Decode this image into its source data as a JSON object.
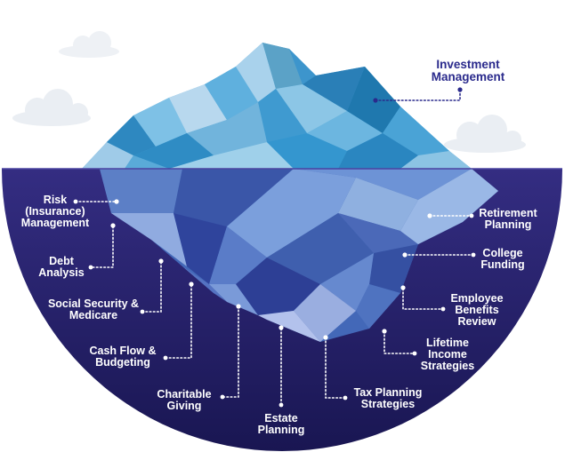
{
  "topic": {
    "label": "Investment\nManagement"
  },
  "services": [
    {
      "key": "retirement",
      "label": "Retirement\nPlanning"
    },
    {
      "key": "college",
      "label": "College\nFunding"
    },
    {
      "key": "employee-benefits",
      "label": "Employee\nBenefits\nReview"
    },
    {
      "key": "lifetime-income",
      "label": "Lifetime\nIncome\nStrategies"
    },
    {
      "key": "tax-planning",
      "label": "Tax Planning\nStrategies"
    },
    {
      "key": "estate",
      "label": "Estate\nPlanning"
    },
    {
      "key": "charitable",
      "label": "Charitable\nGiving"
    },
    {
      "key": "cash-flow",
      "label": "Cash Flow &\nBudgeting"
    },
    {
      "key": "social-security",
      "label": "Social Security &\nMedicare"
    },
    {
      "key": "debt",
      "label": "Debt\nAnalysis"
    },
    {
      "key": "risk",
      "label": "Risk\n(Insurance)\nManagement"
    }
  ],
  "colors": {
    "water_top": "#342d82",
    "water_bottom": "#191652",
    "ice_light": "#b8d8ee",
    "ice_mid": "#4ea6d9",
    "ice_dark": "#1f78ae",
    "under_light": "#6c8fd0",
    "under_dark": "#2e3f9a",
    "label_top": "#2a2a8c",
    "label_under": "#ffffff"
  }
}
